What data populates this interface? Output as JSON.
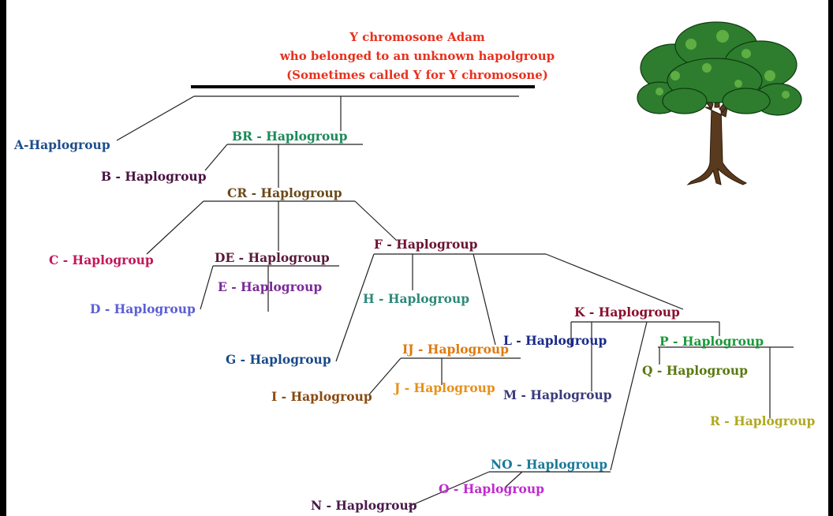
{
  "title": {
    "line1": "Y chromosone Adam",
    "line2": "who belonged to an unknown hapolgroup",
    "line3": "(Sometimes called Y for Y chromosone)",
    "color": "#e8301c"
  },
  "nodes": {
    "a": {
      "label": "A-Haplogroup",
      "color": "#1f4e8c"
    },
    "br": {
      "label": "BR - Haplogroup",
      "color": "#1a8a5a"
    },
    "b": {
      "label": "B - Haplogroup",
      "color": "#4a1242"
    },
    "cr": {
      "label": "CR - Haplogroup",
      "color": "#6b4a1a"
    },
    "c": {
      "label": "C - Haplogroup",
      "color": "#c2185b"
    },
    "de": {
      "label": "DE - Haplogroup",
      "color": "#5a1a3a"
    },
    "d": {
      "label": "D - Haplogroup",
      "color": "#5b5fd6"
    },
    "e": {
      "label": "E - Haplogroup",
      "color": "#7b2a9a"
    },
    "f": {
      "label": "F - Haplogroup",
      "color": "#6b1230"
    },
    "h": {
      "label": "H - Haplogroup",
      "color": "#2e8a7a"
    },
    "g": {
      "label": "G - Haplogroup",
      "color": "#1a4a8a"
    },
    "ij": {
      "label": "IJ - Haplogroup",
      "color": "#e07a10"
    },
    "i": {
      "label": "I - Haplogroup",
      "color": "#8a4a12"
    },
    "j": {
      "label": "J - Haplogroup",
      "color": "#e8901a"
    },
    "k": {
      "label": "K - Haplogroup",
      "color": "#8a1030"
    },
    "l": {
      "label": "L - Haplogroup",
      "color": "#1a2a8a"
    },
    "m": {
      "label": "M - Haplogroup",
      "color": "#3a3a7a"
    },
    "p": {
      "label": "P - Haplogroup",
      "color": "#1a9a3a"
    },
    "q": {
      "label": "Q - Haplogroup",
      "color": "#5a7a10"
    },
    "r": {
      "label": "R - Haplogroup",
      "color": "#b0a820"
    },
    "no": {
      "label": "NO - Haplogroup",
      "color": "#1a7a9a"
    },
    "o": {
      "label": "O - Haplogroup",
      "color": "#c02ad0"
    },
    "n": {
      "label": "N - Haplogroup",
      "color": "#4a1a4a"
    }
  },
  "illustration": {
    "icon": "tree-icon",
    "leaf_color": "#2e7d2e",
    "trunk_color": "#5a3a1e"
  }
}
